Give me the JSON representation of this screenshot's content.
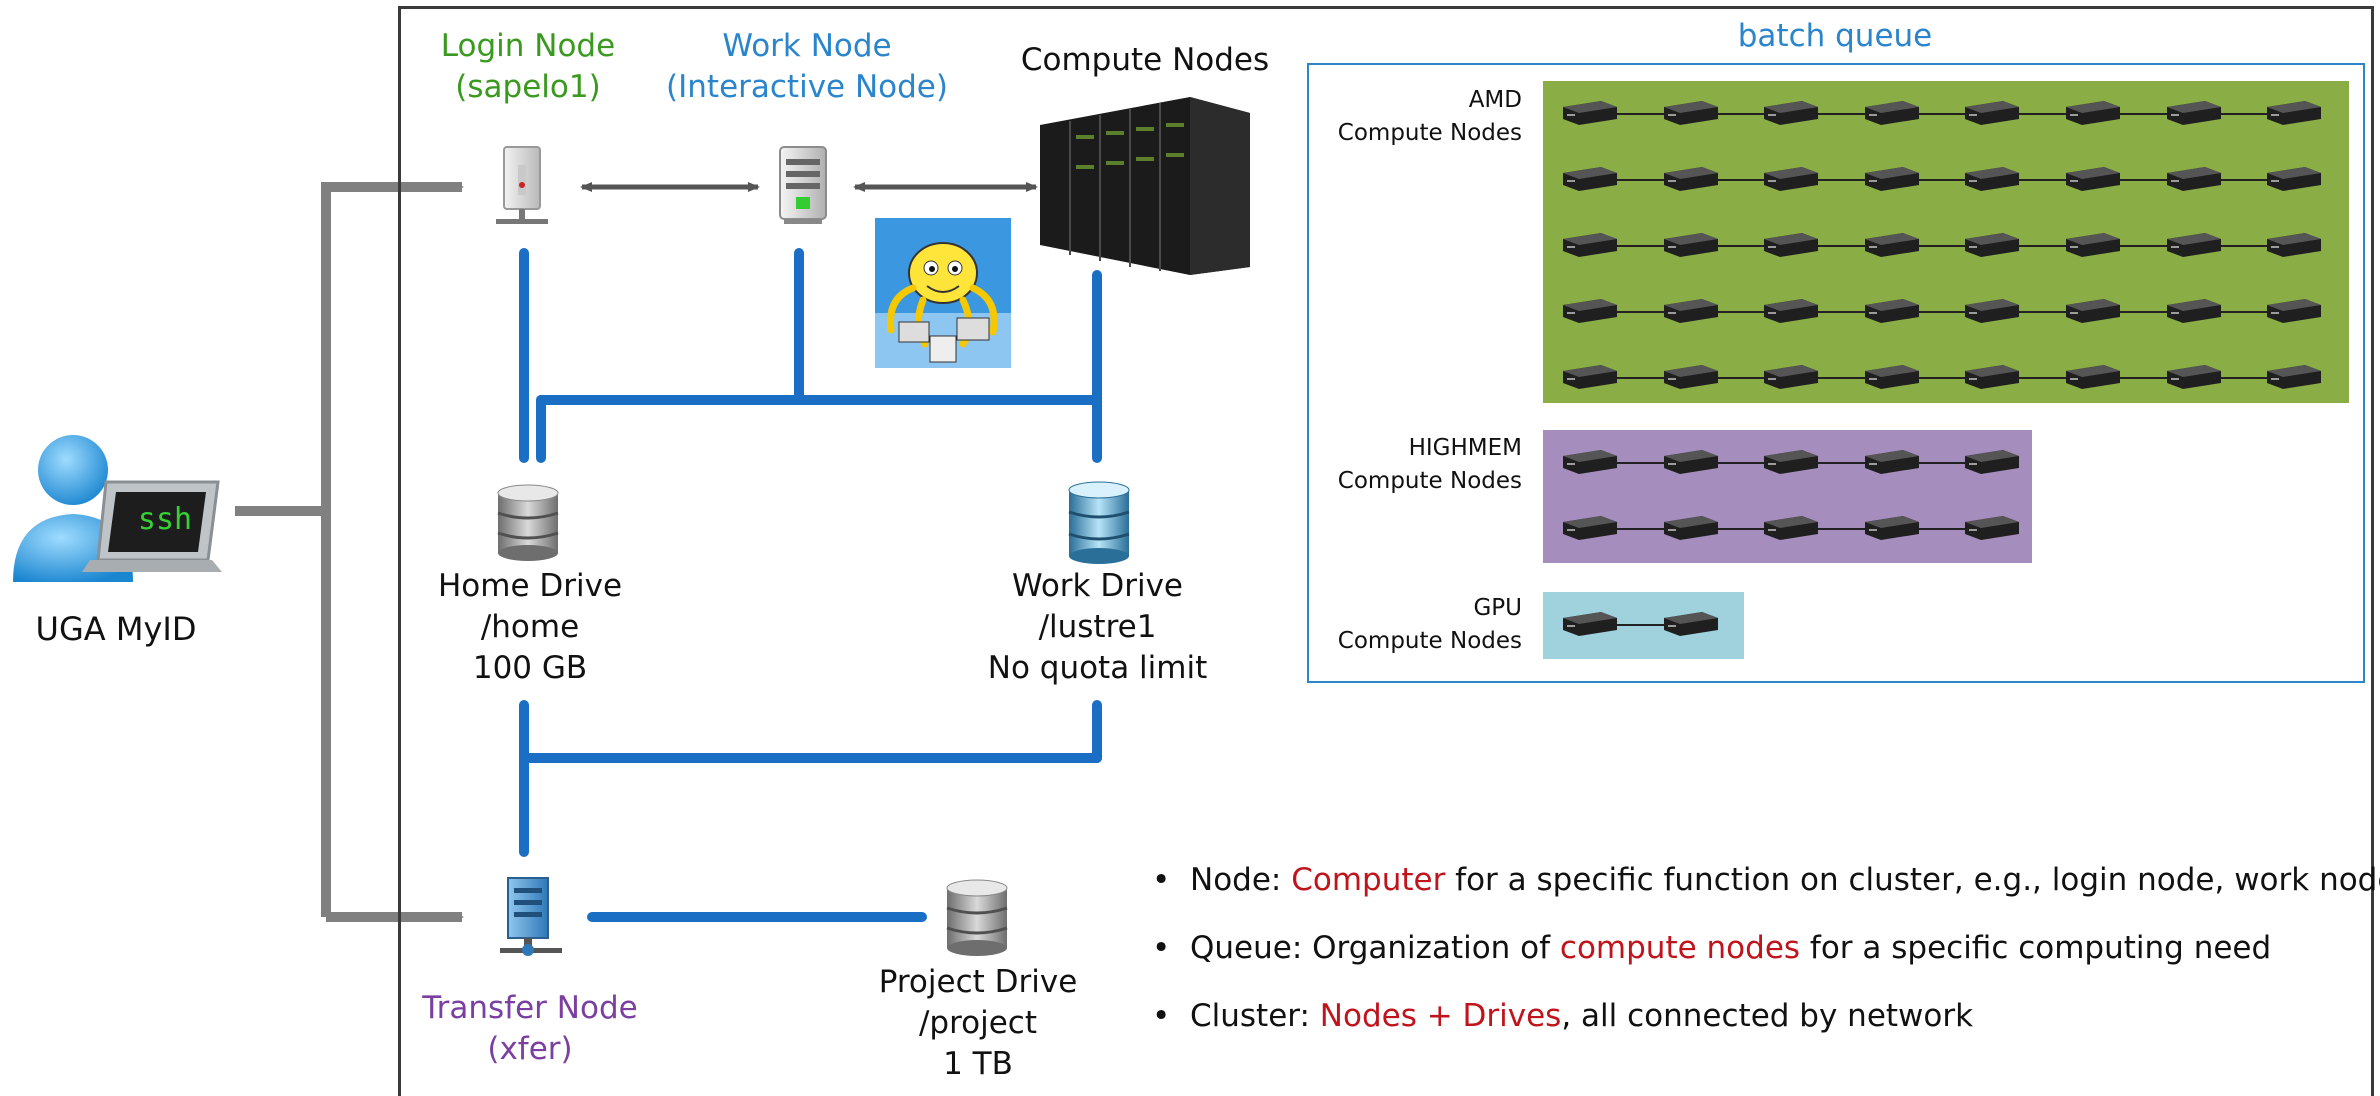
{
  "user": {
    "label": "UGA MyID",
    "screen_text": "ssh"
  },
  "login_node": {
    "line1": "Login Node",
    "line2": "(sapelo1)"
  },
  "work_node": {
    "line1": "Work Node",
    "line2": "(Interactive Node)"
  },
  "compute_nodes": {
    "label": "Compute Nodes"
  },
  "home_drive": {
    "line1": "Home Drive",
    "line2": "/home",
    "line3": "100 GB"
  },
  "work_drive": {
    "line1": "Work Drive",
    "line2": "/lustre1",
    "line3": "No quota limit"
  },
  "transfer_node": {
    "line1": "Transfer Node",
    "line2": "(xfer)"
  },
  "project_drive": {
    "line1": "Project Drive",
    "line2": "/project",
    "line3": "1 TB"
  },
  "batch_queue": {
    "title": "batch queue",
    "queues": [
      {
        "line1": "AMD",
        "line2": "Compute Nodes",
        "rows": 5,
        "cols": 8,
        "color": "#8aae45"
      },
      {
        "line1": "HIGHMEM",
        "line2": "Compute Nodes",
        "rows": 2,
        "cols": 5,
        "color": "#a58dbd"
      },
      {
        "line1": "GPU",
        "line2": "Compute Nodes",
        "rows": 1,
        "cols": 2,
        "color": "#9fd2dc"
      }
    ]
  },
  "bullets": [
    {
      "pre": "Node: ",
      "hl": "Computer",
      "post": " for a specific function on cluster, e.g., login node, work node"
    },
    {
      "pre": "Queue: Organization of ",
      "hl": "compute nodes",
      "post": " for a specific computing need"
    },
    {
      "pre": "Cluster: ",
      "hl": "Nodes + Drives",
      "post": ", all connected by network"
    }
  ],
  "colors": {
    "network": "#1a6fc4",
    "login": "#3a9a1f",
    "work": "#2a85cc",
    "transfer": "#7a3fa0",
    "highlight": "#c0141c",
    "arrow": "#808080"
  }
}
